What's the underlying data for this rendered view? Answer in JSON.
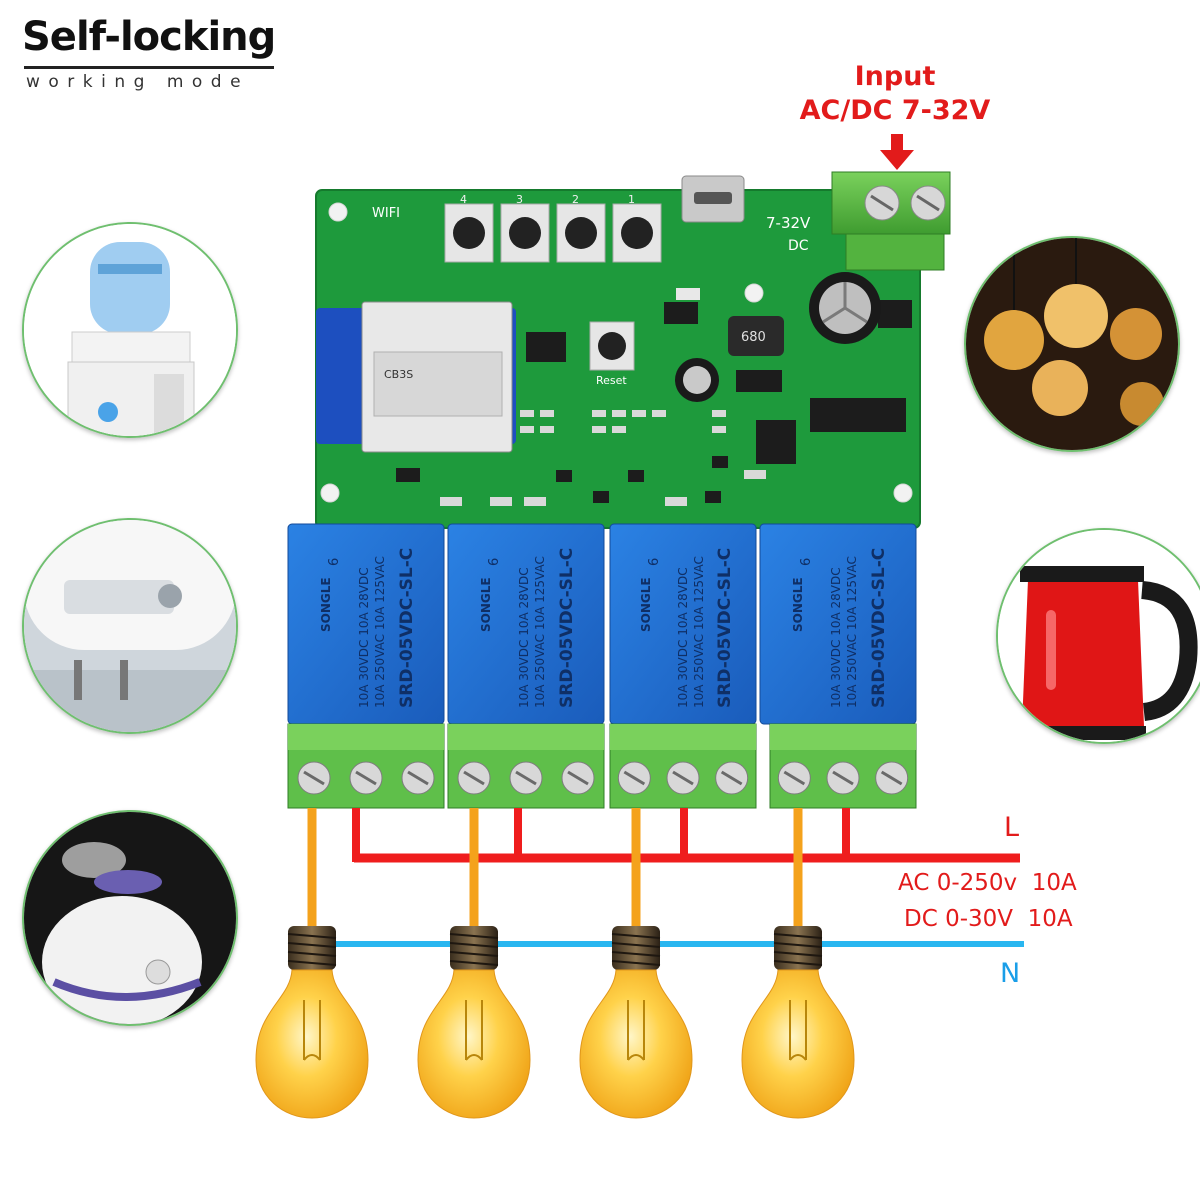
{
  "header": {
    "title": "Self-locking",
    "subtitle": "working mode"
  },
  "input": {
    "line1": "Input",
    "line2": "AC/DC 7-32V"
  },
  "board": {
    "wifi_label": "WIFI",
    "voltage_label": "7-32V",
    "dc_label": "DC",
    "module_label": "CB3S",
    "reset_label": "Reset",
    "inductor_label": "680",
    "button_numbers": [
      "4",
      "3",
      "2",
      "1"
    ]
  },
  "relays": [
    {
      "brand": "SONGLE",
      "model": "SRD-05VDC-SL-C",
      "ratings": [
        "10A 250VAC 10A 125VAC",
        "10A 30VDC 10A 28VDC"
      ],
      "mark": "6"
    },
    {
      "brand": "SONGLE",
      "model": "SRD-05VDC-SL-C",
      "ratings": [
        "10A 250VAC 10A 125VAC",
        "10A 30VDC 10A 28VDC"
      ],
      "mark": "6"
    },
    {
      "brand": "SONGLE",
      "model": "SRD-05VDC-SL-C",
      "ratings": [
        "10A 250VAC 10A 125VAC",
        "10A 30VDC 10A 28VDC"
      ],
      "mark": "6"
    },
    {
      "brand": "SONGLE",
      "model": "SRD-05VDC-SL-C",
      "ratings": [
        "10A 250VAC 10A 125VAC",
        "10A 30VDC 10A 28VDC"
      ],
      "mark": "6"
    }
  ],
  "wiring": {
    "live": "L",
    "neutral": "N",
    "ac_rating": "AC 0-250v  10A",
    "dc_rating": "DC 0-30V  10A"
  },
  "appliances_left": [
    "water-dispenser",
    "water-heater",
    "humidifier"
  ],
  "appliances_right": [
    "pendant-lamps",
    "electric-kettle"
  ],
  "colors": {
    "live_wire": "#ef1d1d",
    "neutral_wire": "#29b6f0",
    "load_wire": "#f4a21c",
    "pcb": "#1e9a3c",
    "relay": "#1f6fd1",
    "terminal": "#5fbf4a",
    "accent_text": "#e21b1b"
  }
}
